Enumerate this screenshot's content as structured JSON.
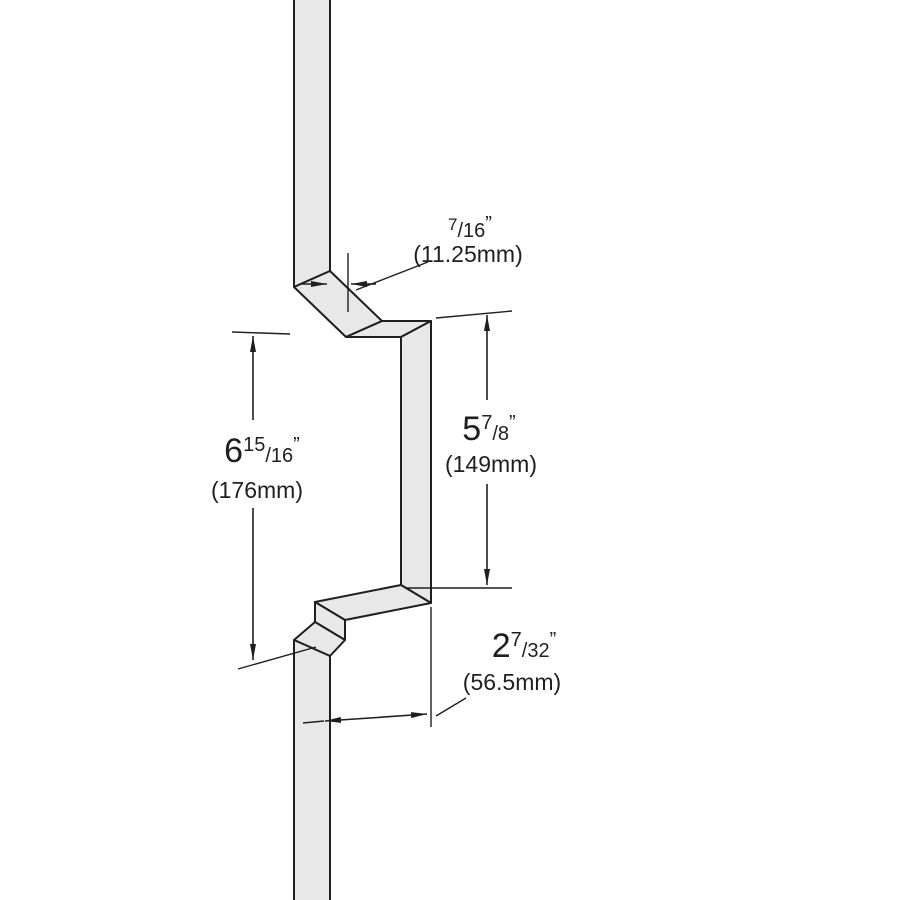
{
  "figure": {
    "background": "#ffffff",
    "line_color": "#1f1f1f",
    "profile": {
      "fill": "#e8e8e8",
      "stroke": "#1f1f1f"
    },
    "dimensions": {
      "top_offset": {
        "numerator": "7",
        "denominator": "/16",
        "unit": "”",
        "metric": "(11.25mm)"
      },
      "left_height": {
        "whole": "6",
        "numerator": "15",
        "denominator": "/16",
        "unit": "”",
        "metric": "(176mm)"
      },
      "right_height": {
        "whole": "5",
        "numerator": "7",
        "denominator": "/8",
        "unit": "”",
        "metric": "(149mm)"
      },
      "bottom_width": {
        "whole": "2",
        "numerator": "7",
        "denominator": "/32",
        "unit": "”",
        "metric": "(56.5mm)"
      }
    }
  }
}
